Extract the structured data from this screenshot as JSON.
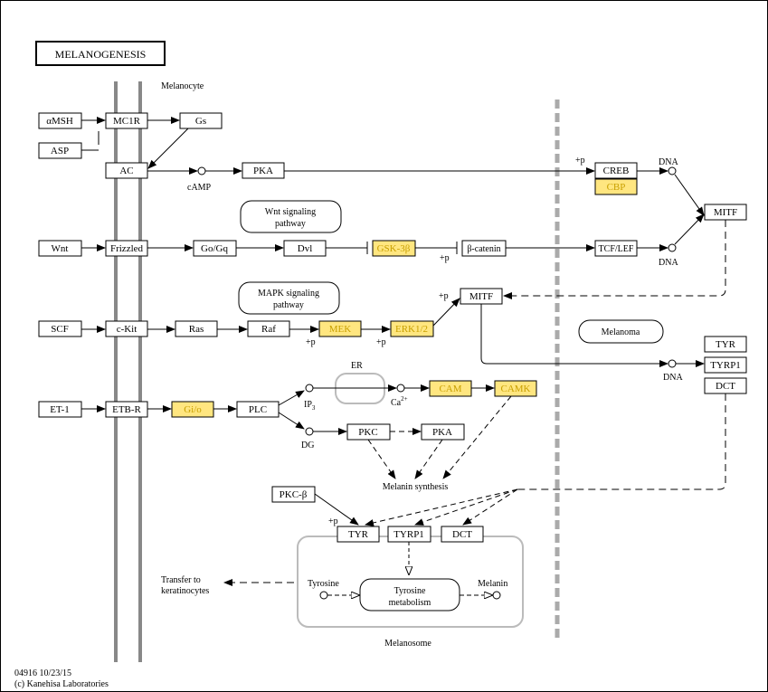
{
  "diagram": {
    "title": "MELANOGENESIS",
    "pathway_id_date": "04916 10/23/15",
    "copyright": "(c) Kanehisa Laboratories",
    "compartments": {
      "melanocyte": "Melanocyte",
      "melanoma": "Melanoma",
      "melanosome": "Melanosome",
      "er": "ER"
    },
    "pathway_links": {
      "wnt": [
        "Wnt signaling",
        "pathway"
      ],
      "mapk": [
        "MAPK signaling",
        "pathway"
      ]
    },
    "genes": {
      "amsh": "αMSH",
      "asp": "ASP",
      "mc1r": "MC1R",
      "gs": "Gs",
      "ac": "AC",
      "pka1": "PKA",
      "creb": "CREB",
      "cbp": "CBP",
      "mitf_right": "MITF",
      "wnt": "Wnt",
      "frizzled": "Frizzled",
      "gogq": "Go/Gq",
      "dvl": "Dvl",
      "gsk3b": "GSK-3β",
      "bcatenin": "β-catenin",
      "tcflef": "TCF/LEF",
      "mitf_mid": "MITF",
      "scf": "SCF",
      "ckit": "c-Kit",
      "ras": "Ras",
      "raf": "Raf",
      "mek": "MEK",
      "erk": "ERK1/2",
      "et1": "ET-1",
      "etbr": "ETB-R",
      "gio": "Gi/o",
      "plc": "PLC",
      "cam": "CAM",
      "camk": "CAMK",
      "pkc": "PKC",
      "pka2": "PKA",
      "pkcb": "PKC-β",
      "tyr_a": "TYR",
      "tyrp1_a": "TYRP1",
      "dct_a": "DCT",
      "tyr_b": "TYR",
      "tyrp1_b": "TYRP1",
      "dct_b": "DCT"
    },
    "compounds": {
      "camp": "cAMP",
      "dna1": "DNA",
      "dna2": "DNA",
      "dna3": "DNA",
      "ip3": "IP",
      "ip3_sub": "3",
      "ca": "Ca",
      "ca_sup": "2+",
      "dg": "DG",
      "tyrosine": "Tyrosine",
      "melanin": "Melanin"
    },
    "labels": {
      "melanin_synthesis": "Melanin synthesis",
      "tyrosine_metabolism": [
        "Tyrosine",
        "metabolism"
      ],
      "transfer": [
        "Transfer to",
        "keratinocytes"
      ],
      "plus_p": "+p"
    },
    "colors": {
      "highlight_fill": "#FFE680",
      "highlight_text": "#C8A000",
      "box_stroke": "#000000",
      "membrane": "#888888",
      "gray_outline": "#BBBBBB"
    }
  }
}
